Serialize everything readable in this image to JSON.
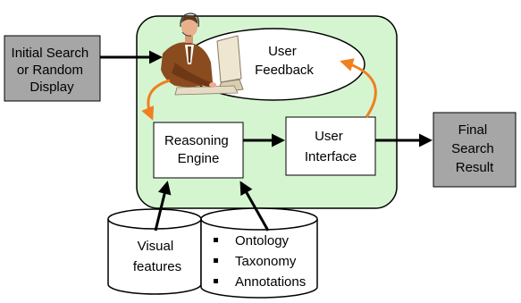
{
  "nodes": {
    "initial": {
      "lines": [
        "Initial Search",
        "or Random",
        "Display"
      ]
    },
    "user_feedback": {
      "lines": [
        "User",
        "Feedback"
      ]
    },
    "reasoning_engine": {
      "lines": [
        "Reasoning",
        "Engine"
      ]
    },
    "user_interface": {
      "lines": [
        "User",
        "Interface"
      ]
    },
    "final": {
      "lines": [
        "Final",
        "Search",
        "Result"
      ]
    },
    "visual_features": {
      "lines": [
        "Visual",
        "features"
      ]
    },
    "knowledge": {
      "items": [
        "Ontology",
        "Taxonomy",
        "Annotations"
      ]
    }
  },
  "icons": {
    "user": "person-at-computer-icon"
  },
  "colors": {
    "system_fill": "#d5f5d0",
    "system_stroke": "#000000",
    "grey_box_fill": "#a6a6a6",
    "white_fill": "#ffffff",
    "feedback_arrow": "#f07f1f",
    "arrow": "#000000"
  }
}
